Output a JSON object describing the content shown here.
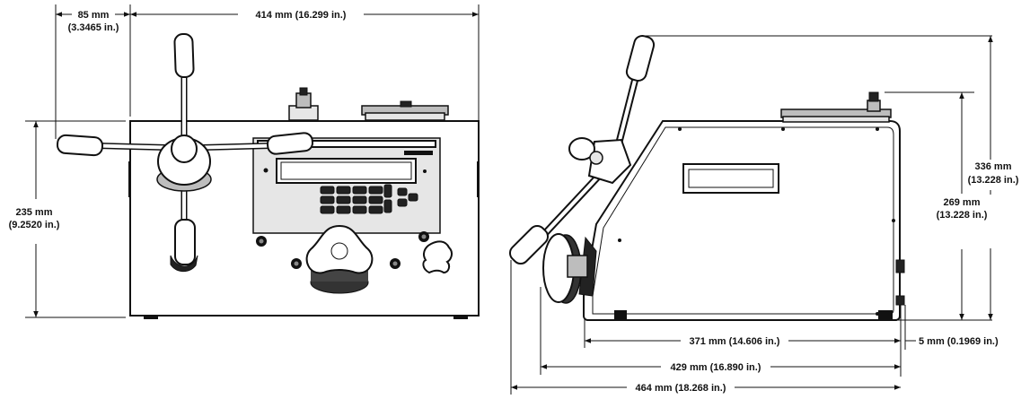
{
  "front_view": {
    "dim_left_offset": {
      "value": "85 mm",
      "alt": "(3.3465 in.)"
    },
    "dim_width": "414 mm (16.299 in.)",
    "dim_height": {
      "value": "235 mm",
      "alt": "(9.2520 in.)"
    }
  },
  "side_view": {
    "dim_overall_height": {
      "value": "336 mm",
      "alt": "(13.228 in.)"
    },
    "dim_body_height": {
      "value": "269 mm",
      "alt": "(13.228 in.)"
    },
    "dim_body_length": "371 mm (14.606 in.)",
    "dim_foot_offset": "5 mm (0.1969 in.)",
    "dim_length_with_wheel": "429 mm (16.890 in.)",
    "dim_overall_length": "464 mm (18.268 in.)"
  }
}
